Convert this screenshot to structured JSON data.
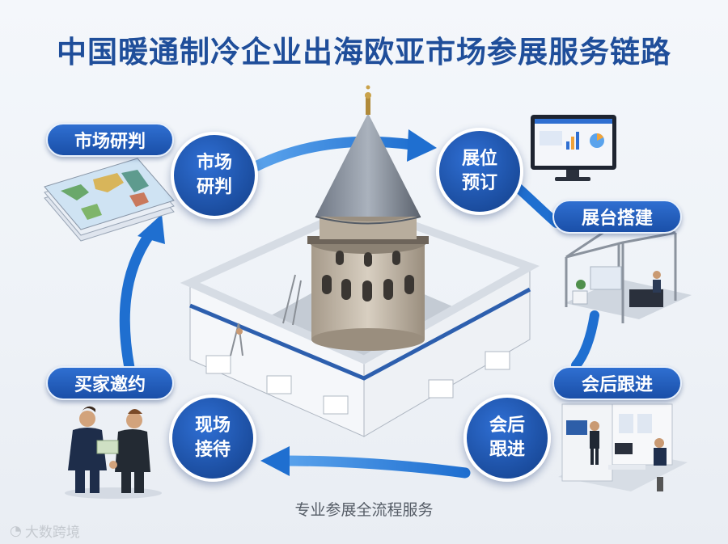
{
  "title": "中国暖通制冷企业出海欧亚市场参展服务链路",
  "circles": {
    "market": [
      "市场",
      "研判"
    ],
    "booking": [
      "展位",
      "预订"
    ],
    "onsite": [
      "现场",
      "接待"
    ],
    "followup": [
      "会后",
      "跟进"
    ]
  },
  "labels": {
    "market_research": "市场研判",
    "booth_build": "展台搭建",
    "buyer_invite": "买家邀约",
    "followup": "会后跟进"
  },
  "footer": "专业参展全流程服务",
  "watermark": "大数跨境",
  "colors": {
    "primary": "#1b4d9f",
    "arrow": "#1f6fd0",
    "title": "#1f4e9a"
  }
}
